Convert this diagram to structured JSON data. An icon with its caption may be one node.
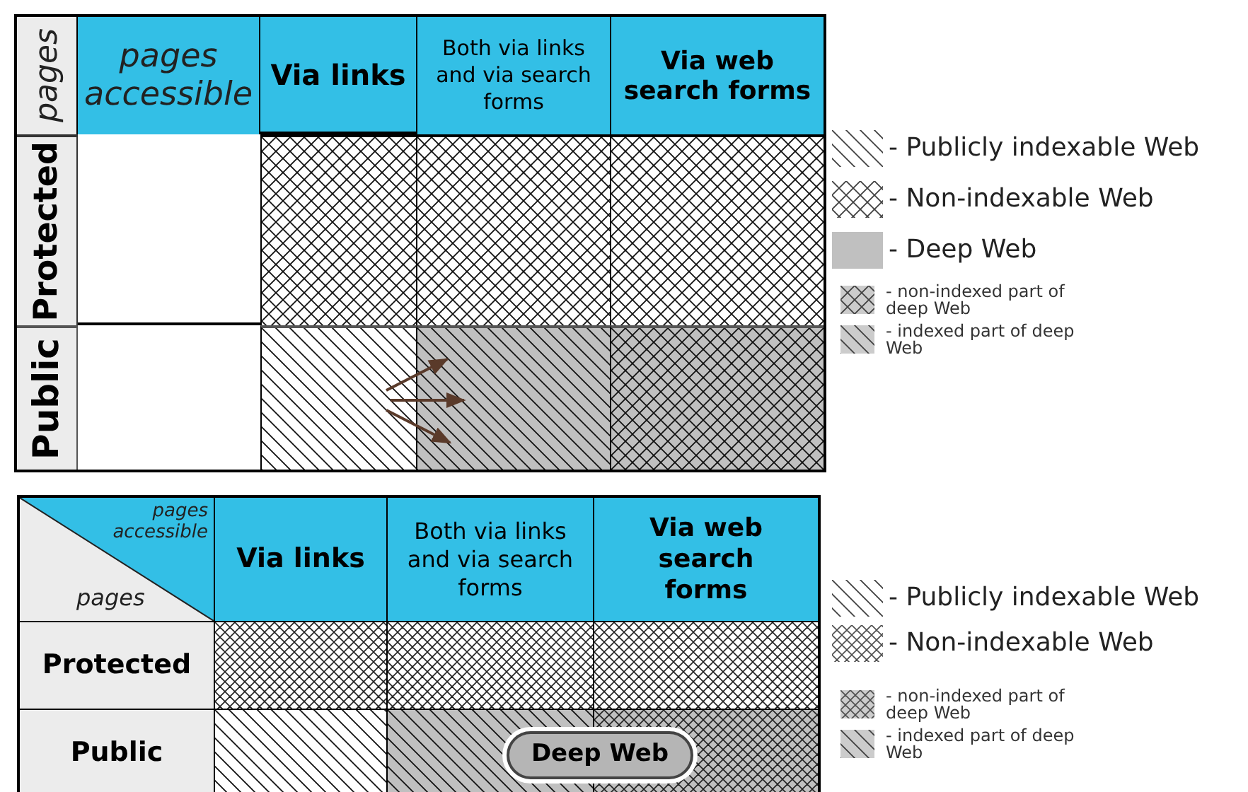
{
  "diagram": {
    "nodes": [
      {
        "text": [
          "Deep Web"
        ]
      }
    ],
    "labels": [
      "pages",
      "pages accessible",
      "Via links",
      "Both via links and via search forms",
      "Via web search forms",
      "Protected",
      "Public",
      "pages accessible",
      "pages",
      "Via links",
      "Both via links and via search forms",
      "Via web search forms",
      "Protected",
      "Public"
    ],
    "legend": [
      {
        "text": "- Publicly indexable Web"
      },
      {
        "text": "- Non-indexable Web"
      },
      {
        "text": "- Deep Web",
        "color": "#c0c0c0"
      },
      {
        "text": "- non-indexed part of deep Web"
      },
      {
        "text": "- indexed part of deep Web"
      },
      {
        "text": "- Publicly indexable Web"
      },
      {
        "text": "- Non-indexable Web"
      },
      {
        "text": "- non-indexed part of deep Web"
      },
      {
        "text": "- indexed part of deep Web"
      }
    ]
  }
}
